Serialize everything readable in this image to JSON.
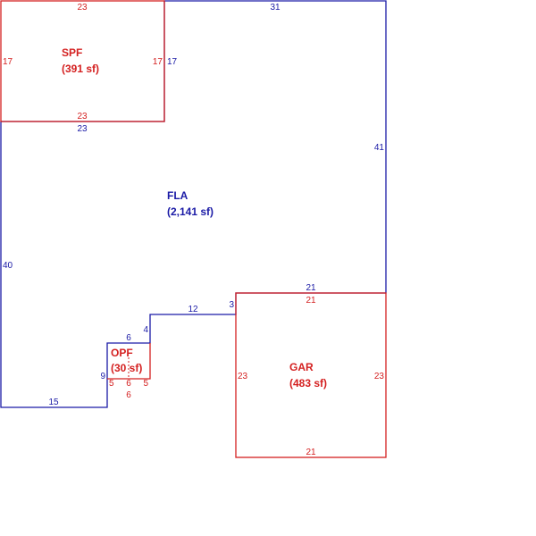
{
  "colors": {
    "living": "#1a1aa6",
    "other": "#d42020"
  },
  "areas": {
    "fla": {
      "name": "FLA",
      "size": "(2,141 sf)"
    },
    "spf": {
      "name": "SPF",
      "size": "(391 sf)"
    },
    "gar": {
      "name": "GAR",
      "size": "(483 sf)"
    },
    "opf": {
      "name": "OPF",
      "size": "(30 sf)"
    }
  },
  "dimensions": {
    "fla": {
      "top_right": "31",
      "right": "41",
      "left": "40",
      "spf_bottom": "23",
      "spf_right": "17",
      "bottom_left": "15",
      "opf_left": "9",
      "opf_top": "6",
      "step_vertical": "4",
      "step_horizontal": "12",
      "step_up": "3",
      "gar_top": "21"
    },
    "spf": {
      "top": "23",
      "left": "17",
      "right": "17",
      "bottom": "23"
    },
    "gar": {
      "top": "21",
      "left": "23",
      "right": "23",
      "bottom": "21"
    },
    "opf": {
      "left": "5",
      "inner_a": "6",
      "inner_b": "5",
      "bottom": "6"
    }
  }
}
